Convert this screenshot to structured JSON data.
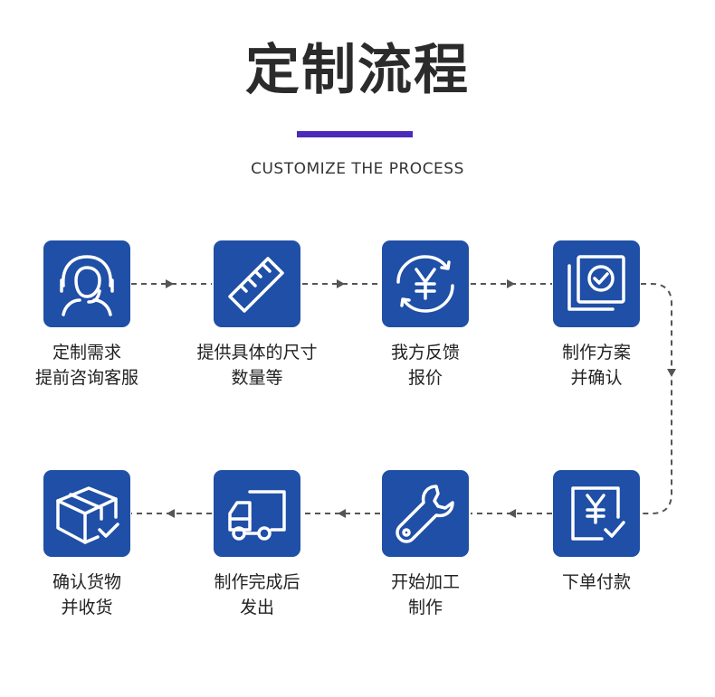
{
  "title": "定制流程",
  "subtitle": "CUSTOMIZE THE PROCESS",
  "colors": {
    "tile": "#1f4fa6",
    "accent": "#4b2bb8",
    "connector": "#555555"
  },
  "steps": [
    {
      "icon": "headset-agent-icon",
      "lines": [
        "定制需求",
        "提前咨询客服"
      ]
    },
    {
      "icon": "ruler-icon",
      "lines": [
        "提供具体的尺寸",
        "数量等"
      ]
    },
    {
      "icon": "yuan-cycle-icon",
      "lines": [
        "我方反馈",
        "报价"
      ]
    },
    {
      "icon": "documents-check-icon",
      "lines": [
        "制作方案",
        "并确认"
      ]
    },
    {
      "icon": "yuan-receipt-check-icon",
      "lines": [
        "下单付款"
      ]
    },
    {
      "icon": "wrench-icon",
      "lines": [
        "开始加工",
        "制作"
      ]
    },
    {
      "icon": "delivery-truck-icon",
      "lines": [
        "制作完成后",
        "发出"
      ]
    },
    {
      "icon": "package-check-icon",
      "lines": [
        "确认货物",
        "并收货"
      ]
    }
  ]
}
